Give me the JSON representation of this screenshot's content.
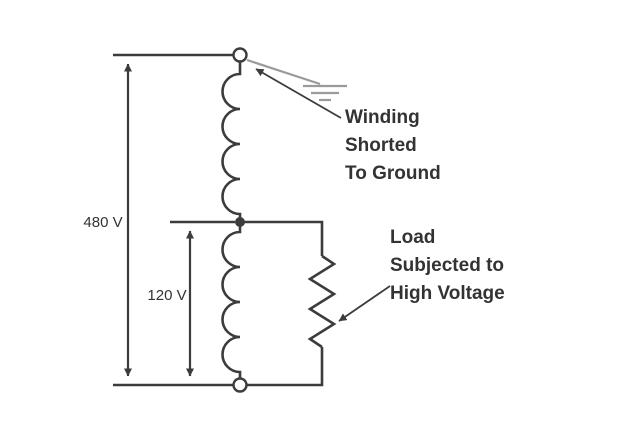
{
  "diagram": {
    "labels": {
      "total_voltage": "480 V",
      "tap_voltage": "120 V",
      "winding_note": [
        "Winding",
        "Shorted",
        "To Ground"
      ],
      "load_note": [
        "Load",
        "Subjected to",
        "High Voltage"
      ]
    },
    "colors": {
      "line": "#3c3c3c",
      "text": "#333333",
      "ground": "#9a9a9a",
      "background": "#ffffff"
    }
  }
}
